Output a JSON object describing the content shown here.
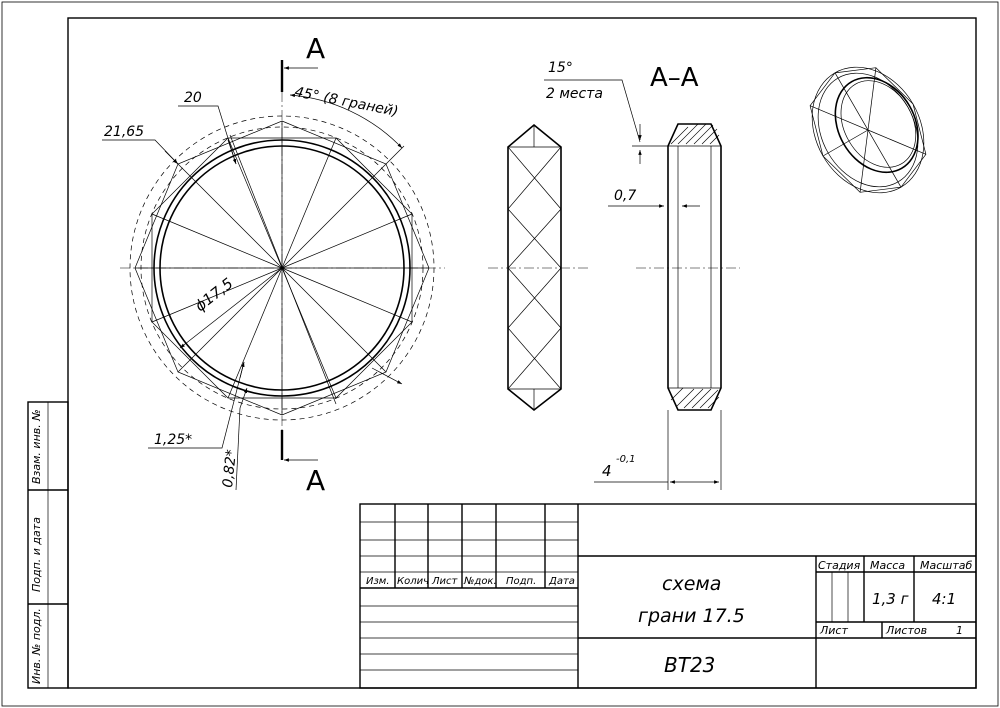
{
  "views": {
    "section_mark_top": "A",
    "section_mark_bottom": "A",
    "section_title": "A–A"
  },
  "dimensions": {
    "angle_faces": "45° (8 граней)",
    "d20": "20",
    "d2165": "21,65",
    "d175": "ϕ17,5",
    "d125": "1,25*",
    "d082": "0,82*",
    "angle15": "15°",
    "places2": "2 места",
    "d07": "0,7",
    "d4": "4",
    "d4_tol": "-0,1"
  },
  "side_stamp": {
    "inv_replace": "Взам. инв. №",
    "sign_date": "Подп. и дата",
    "inv_orig": "Инв. № подл."
  },
  "title_block": {
    "col_izm": "Изм.",
    "col_kolich": "Колич",
    "col_list": "Лист",
    "col_ndok": "№док.",
    "col_podp": "Подп.",
    "col_data": "Дата",
    "name_line1": "схема",
    "name_line2": "грани 17.5",
    "designation": "BT23",
    "stage_label": "Стадия",
    "mass_label": "Масса",
    "scale_label": "Масштаб",
    "mass_value": "1,3 г",
    "scale_value": "4:1",
    "sheet_label": "Лист",
    "sheets_label": "Листов",
    "sheets_value": "1"
  }
}
